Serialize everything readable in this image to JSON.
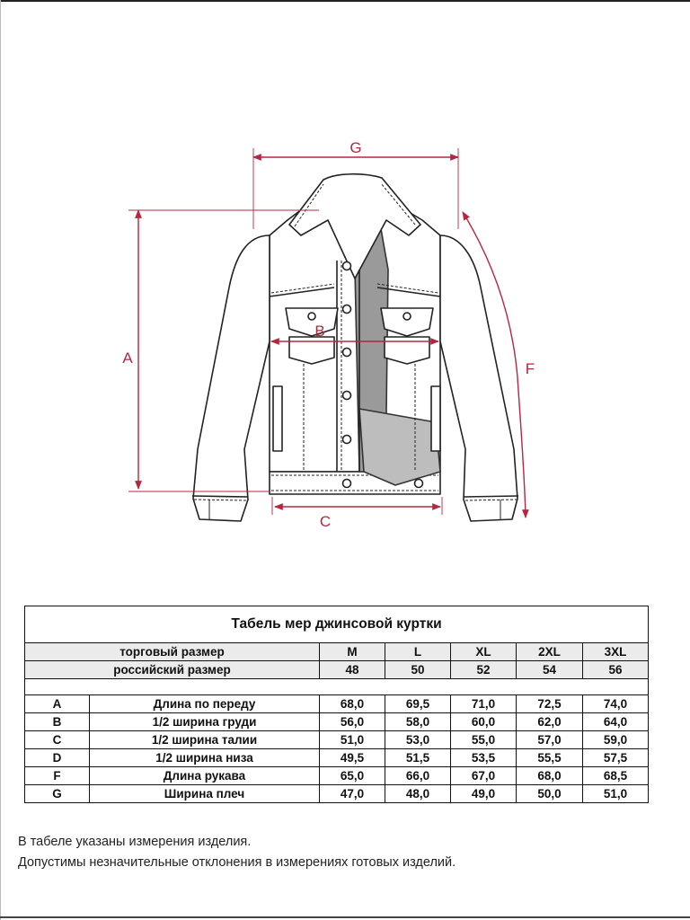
{
  "diagram": {
    "labels": {
      "A": "A",
      "B": "B",
      "C": "C",
      "F": "F",
      "G": "G"
    },
    "accent_color": "#b3283f"
  },
  "table": {
    "title": "Табель мер джинсовой куртки",
    "trade_size_label": "торговый размер",
    "russian_size_label": "российский размер",
    "sizes": [
      "M",
      "L",
      "XL",
      "2XL",
      "3XL"
    ],
    "russian_sizes": [
      "48",
      "50",
      "52",
      "54",
      "56"
    ],
    "rows": [
      {
        "code": "A",
        "name": "Длина по переду",
        "values": [
          "68,0",
          "69,5",
          "71,0",
          "72,5",
          "74,0"
        ]
      },
      {
        "code": "B",
        "name": "1/2 ширина груди",
        "values": [
          "56,0",
          "58,0",
          "60,0",
          "62,0",
          "64,0"
        ]
      },
      {
        "code": "C",
        "name": "1/2 ширина талии",
        "values": [
          "51,0",
          "53,0",
          "55,0",
          "57,0",
          "59,0"
        ]
      },
      {
        "code": "D",
        "name": "1/2 ширина низа",
        "values": [
          "49,5",
          "51,5",
          "53,5",
          "55,5",
          "57,5"
        ]
      },
      {
        "code": "F",
        "name": "Длина рукава",
        "values": [
          "65,0",
          "66,0",
          "67,0",
          "68,0",
          "68,5"
        ]
      },
      {
        "code": "G",
        "name": "Ширина плеч",
        "values": [
          "47,0",
          "48,0",
          "49,0",
          "50,0",
          "51,0"
        ]
      }
    ]
  },
  "notes": {
    "line1": "В табеле указаны измерения изделия.",
    "line2": "Допустимы незначительные отклонения в измерениях готовых изделий."
  }
}
